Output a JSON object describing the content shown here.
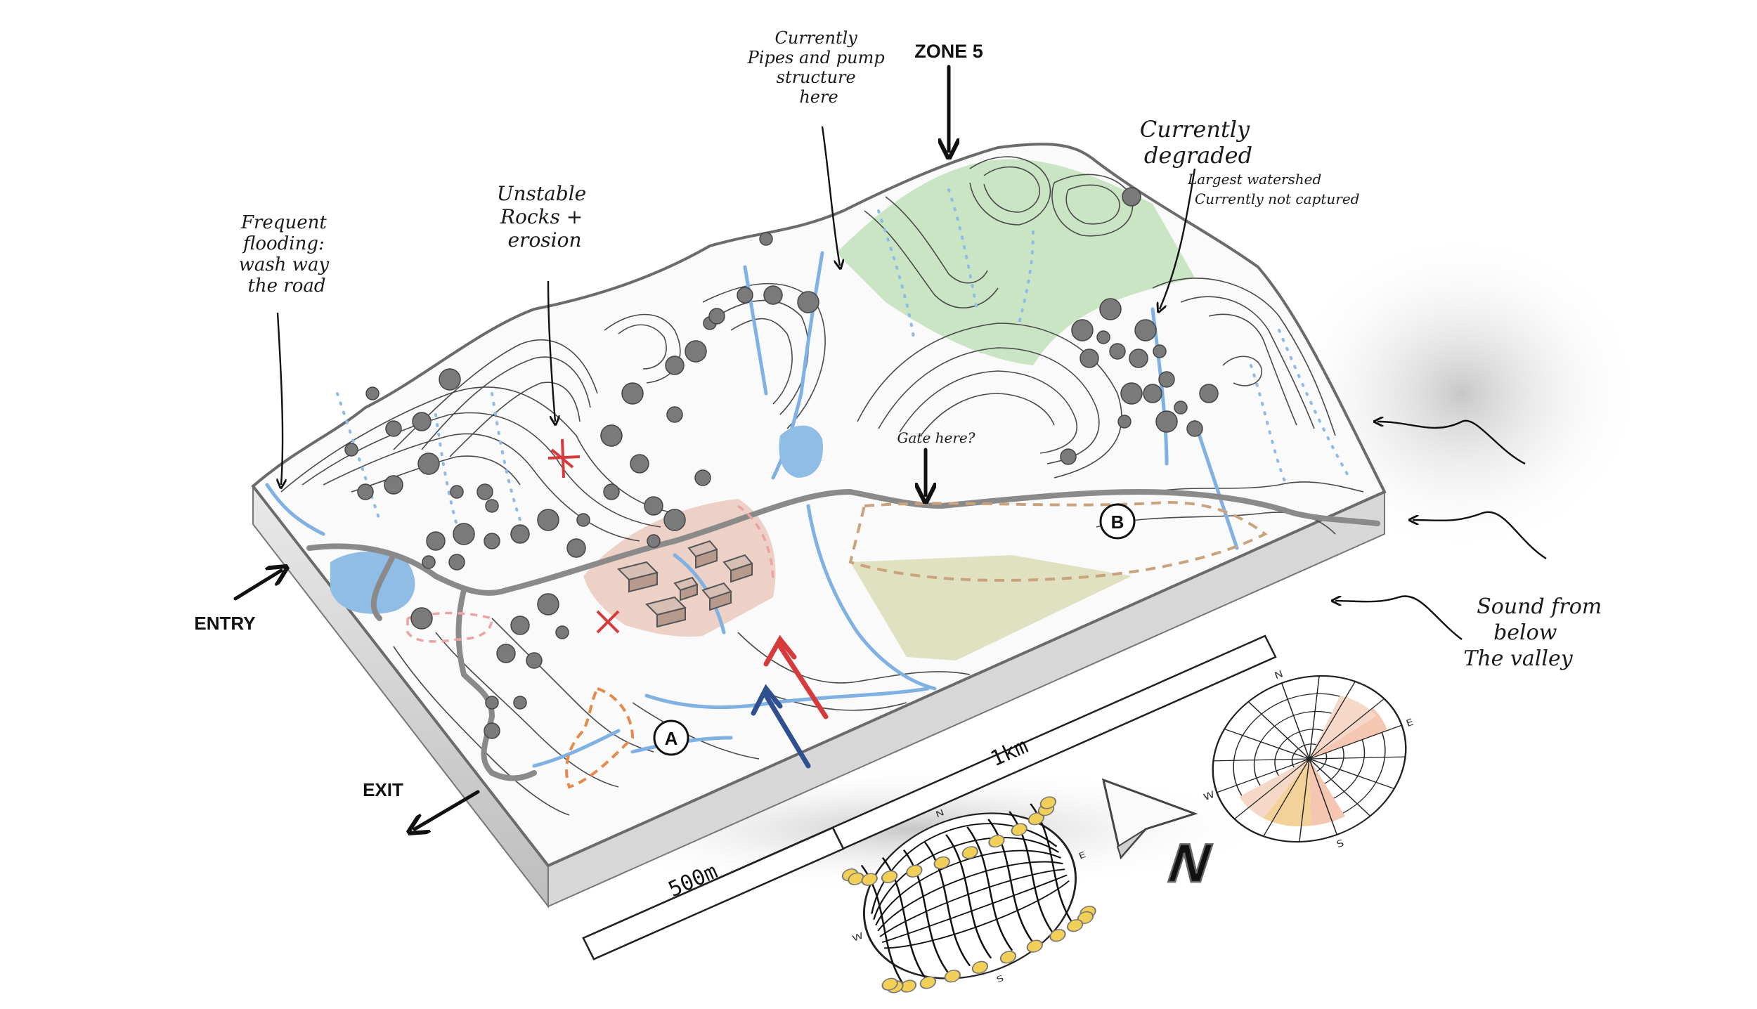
{
  "annotations": {
    "flooding": [
      "Frequent",
      "flooding:",
      "wash way",
      "the road"
    ],
    "unstable": [
      "Unstable",
      "Rocks +",
      "erosion"
    ],
    "pipes": [
      "Currently",
      "Pipes and pump",
      "structure",
      "here"
    ],
    "zone": "ZONE 5",
    "degraded": [
      "Currently",
      "degraded"
    ],
    "watershed": [
      "Largest watershed",
      "Currently not captured"
    ],
    "gate": "Gate here?",
    "sound": [
      "Sound from",
      "below",
      "The valley"
    ],
    "entry": "ENTRY",
    "exit": "EXIT",
    "site_a": "A",
    "site_b": "B"
  },
  "scale_bar": {
    "label_long": "1km",
    "label_short": "500m"
  },
  "compass": {
    "north_letter": "N"
  },
  "sun_path": {
    "n": "N",
    "e": "E",
    "s": "S",
    "w": "W"
  },
  "wind_rose": {
    "n": "N",
    "e": "E",
    "s": "S",
    "w": "W"
  },
  "colors": {
    "water": "#7fb1e3",
    "lake": "#8fbde6",
    "forest_zone": "#b9ddb0",
    "village_zone": "#e8c3b4",
    "field_zone": "#d9dcb5",
    "road": "#8a8a8a",
    "red_marker": "#d63a3a",
    "blue_marker": "#2f4f8f",
    "dashed_zone": "#c9a37e",
    "orange_dashed": "#e58a4a",
    "pink_dashed": "#eda3a3",
    "sun_dot": "#f2cf56",
    "rose_fill": "#f5c7b3"
  }
}
